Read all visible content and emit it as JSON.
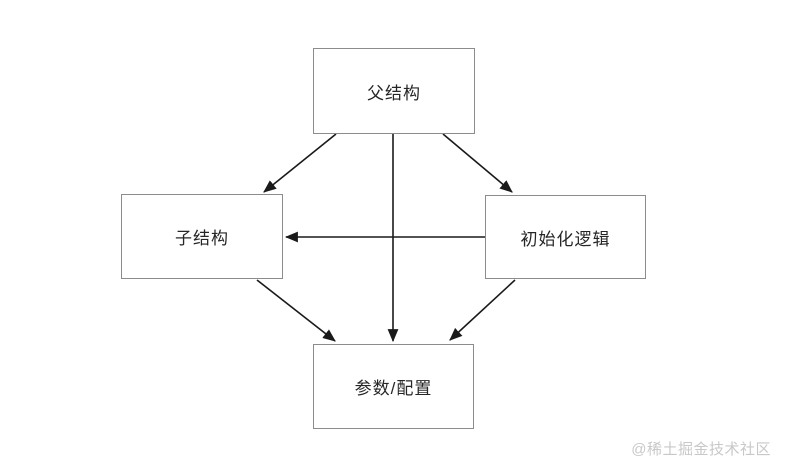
{
  "diagram": {
    "title": "structure-relationship-diagram",
    "nodes": [
      {
        "id": "parent",
        "label": "父结构"
      },
      {
        "id": "child",
        "label": "子结构"
      },
      {
        "id": "init",
        "label": "初始化逻辑"
      },
      {
        "id": "params",
        "label": "参数/配置"
      }
    ],
    "edges": [
      {
        "from": "parent",
        "to": "child"
      },
      {
        "from": "parent",
        "to": "params"
      },
      {
        "from": "parent",
        "to": "init"
      },
      {
        "from": "init",
        "to": "child"
      },
      {
        "from": "child",
        "to": "params"
      },
      {
        "from": "init",
        "to": "params"
      }
    ],
    "colors": {
      "box_border": "#8c8c8c",
      "arrow": "#1a1a1a",
      "text": "#262626",
      "background": "#ffffff"
    }
  },
  "watermark": {
    "text": "@稀土掘金技术社区",
    "color": "#c8c8c8"
  }
}
